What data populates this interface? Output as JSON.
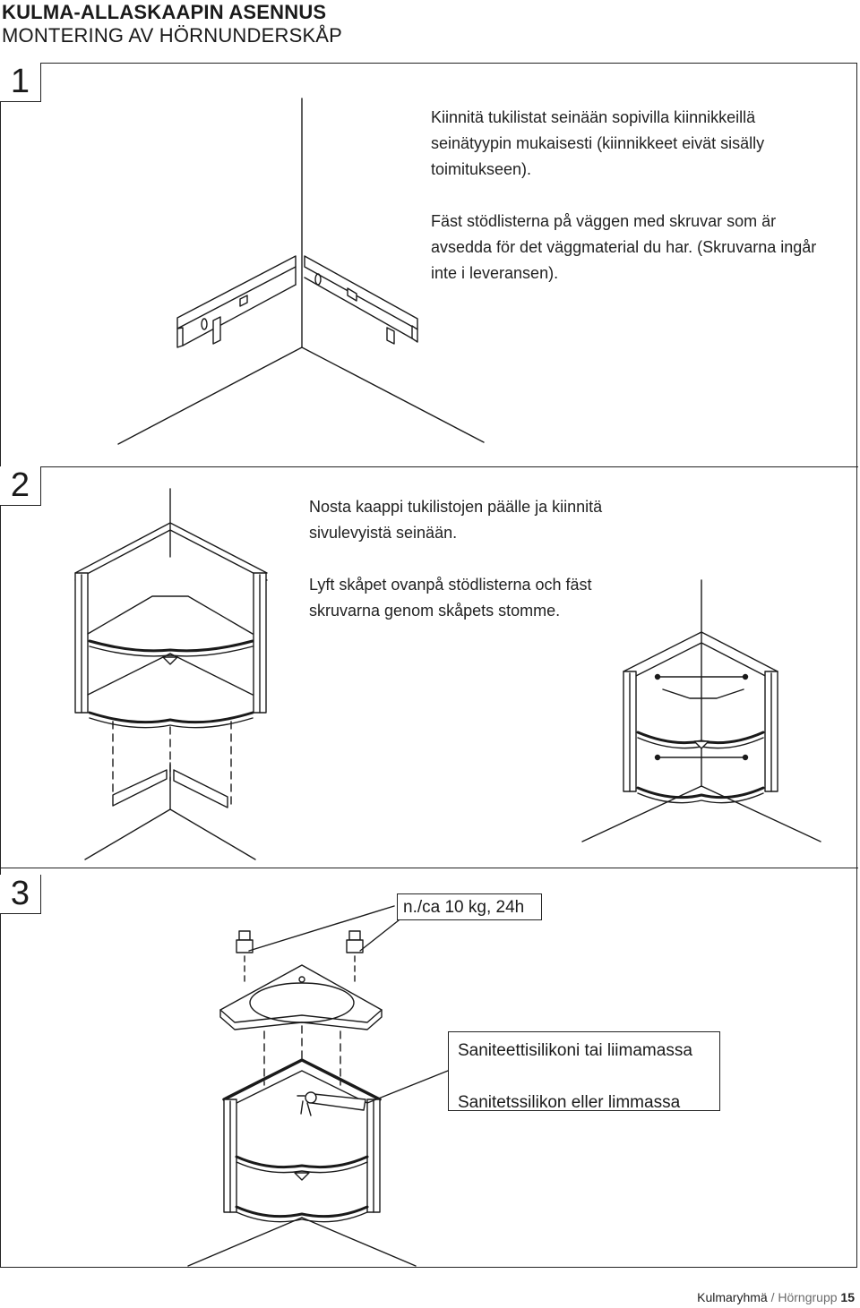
{
  "header": {
    "title_fi": "KULMA-ALLASKAAPIN ASENNUS",
    "title_sv": "MONTERING AV HÖRNUNDERSKÅP"
  },
  "steps": [
    {
      "number": "1",
      "text_fi": "Kiinnitä tukilistat seinään sopivilla kiinnikkeillä seinätyypin mukaisesti (kiinnikkeet eivät sisälly toimitukseen).",
      "text_sv": "Fäst stödlisterna på väggen med skruvar som är avsedda för det väggmaterial du har. (Skruvarna ingår inte i leveransen)."
    },
    {
      "number": "2",
      "text_fi": "Nosta kaappi tukilistojen päälle ja kiinnitä sivulevyistä seinään.",
      "text_sv": "Lyft skåpet ovanpå stödlisterna och fäst skruvarna genom skåpets stomme."
    },
    {
      "number": "3",
      "weight_label": "n./ca 10 kg, 24h",
      "silicone_fi": "Saniteettisilikoni tai liimamassa",
      "silicone_sv": "Sanitetssilikon eller limmassa"
    }
  ],
  "footer": {
    "brand": "Kulmaryhmä",
    "separator": "/",
    "brand_sv": "Hörngrupp",
    "page": "15"
  }
}
